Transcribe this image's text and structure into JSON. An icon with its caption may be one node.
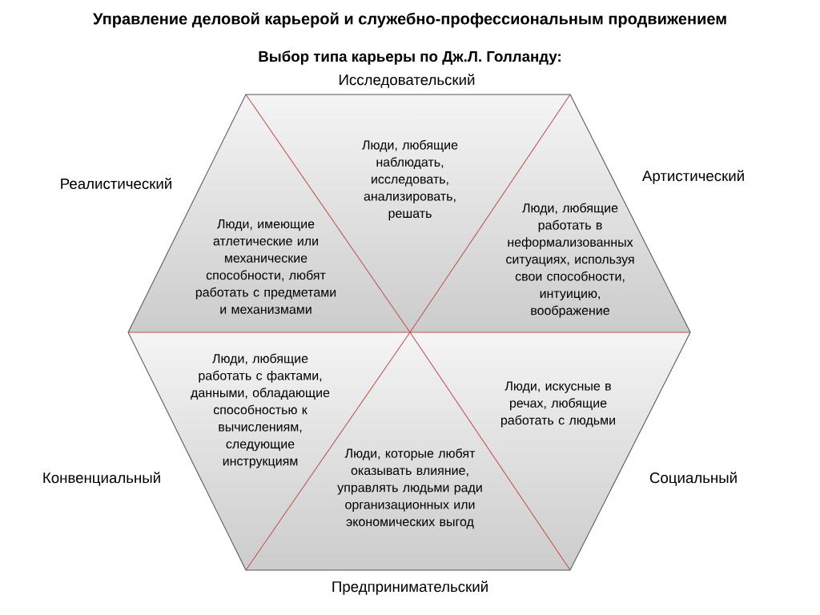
{
  "diagram": {
    "title": "Управление деловой карьерой и служебно-профессиональным продвижением",
    "labels": [
      "Выбор типа карьеры по Дж.Л. Голланду:"
    ],
    "nodes": [
      {
        "text": [
          "Люди, любящие наблюдать, исследовать, анализировать, решать"
        ],
        "beside": [
          "Исследовательский"
        ]
      },
      {
        "text": [
          "Люди, имеющие атлетические или механические способности, любят работать с предметами и механизмами"
        ],
        "beside": [
          "Реалистический"
        ]
      },
      {
        "text": [
          "Люди, любящие работать в неформализованных ситуациях, используя свои способности, интуицию, воображение"
        ],
        "beside": [
          "Артистический"
        ]
      },
      {
        "text": [
          "Люди, любящие работать с фактами, данными, обладающие способностью к вычислениям, следующие инструкциям"
        ],
        "beside": [
          "Конвенциальный"
        ]
      },
      {
        "text": [
          "Люди, искусные в речах, любящие работать с людьми"
        ],
        "beside": [
          "Социальный"
        ]
      },
      {
        "text": [
          "Люди, которые любят оказывать влияние, управлять людьми ради организационных или экономических выгод"
        ],
        "beside": [
          "Предпринимательский"
        ]
      }
    ]
  }
}
